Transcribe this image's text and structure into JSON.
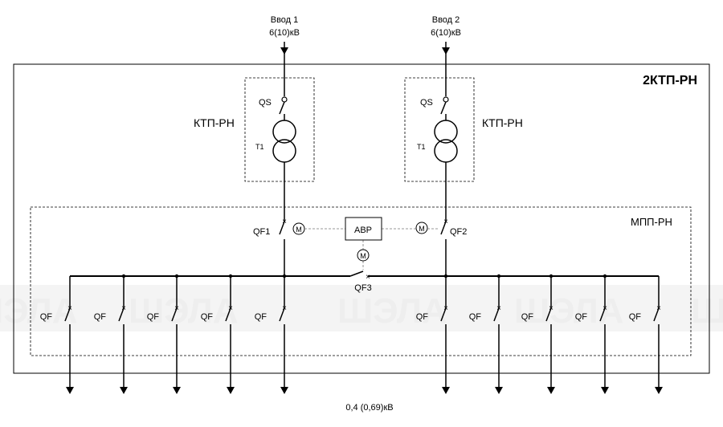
{
  "inputs": [
    {
      "name": "Ввод 1",
      "voltage": "6(10)кВ"
    },
    {
      "name": "Ввод 2",
      "voltage": "6(10)кВ"
    }
  ],
  "outer_title": "2КТП-РН",
  "ktp_label": "КТП-РН",
  "mpp_label": "МПП-РН",
  "qs_label": "QS",
  "t1_label": "T1",
  "qf1_label": "QF1",
  "qf2_label": "QF2",
  "qf3_label": "QF3",
  "avr_label": "АВР",
  "motor_label": "M",
  "feeder_label": "QF",
  "output_voltage": "0,4 (0,69)кВ",
  "watermark": "ШЭЛА"
}
